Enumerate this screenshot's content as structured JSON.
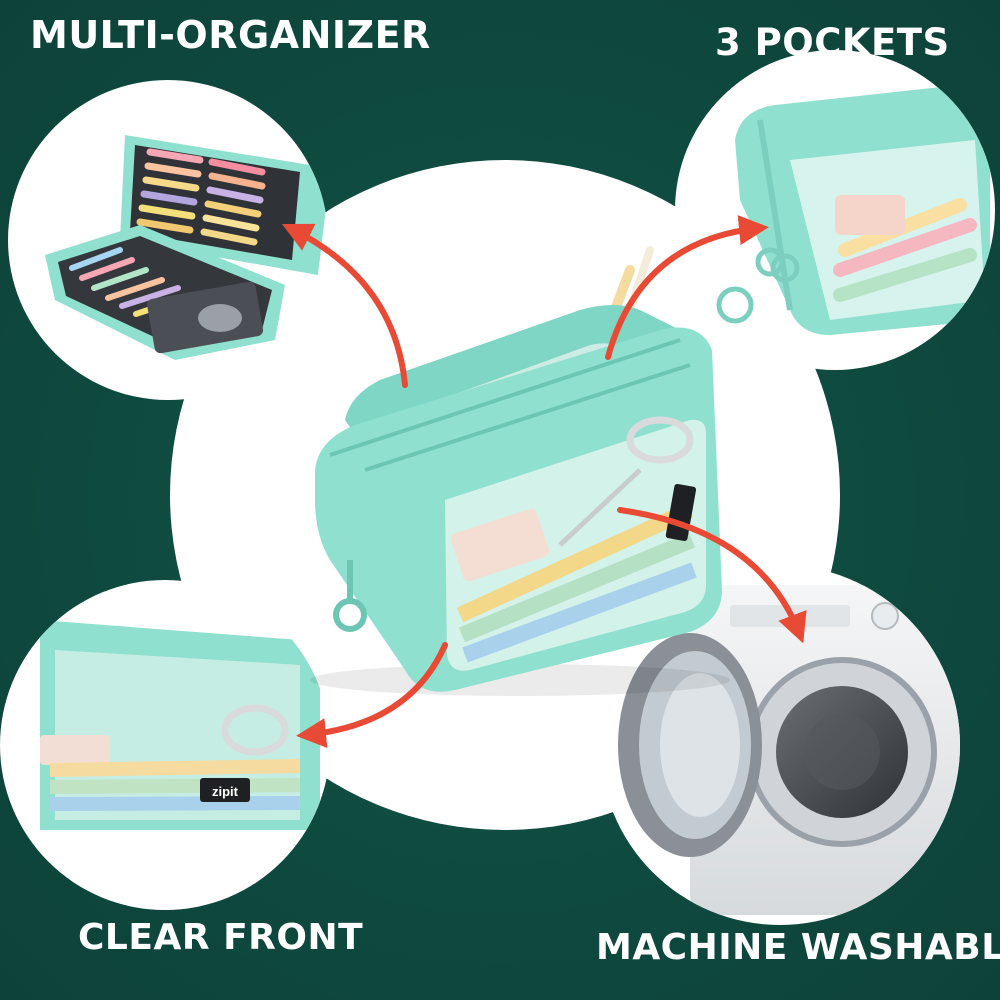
{
  "labels": {
    "top_left": "MULTI-ORGANIZER",
    "top_right": "3 POCKETS",
    "bottom_left": "CLEAR FRONT",
    "bottom_right": "MACHINE WASHABLE"
  },
  "brand_tag": "zipit",
  "colors": {
    "background": "#0f4a3f",
    "circle": "#ffffff",
    "mint": "#8fe0cf",
    "arrow": "#e84a35",
    "text": "#ffffff"
  }
}
